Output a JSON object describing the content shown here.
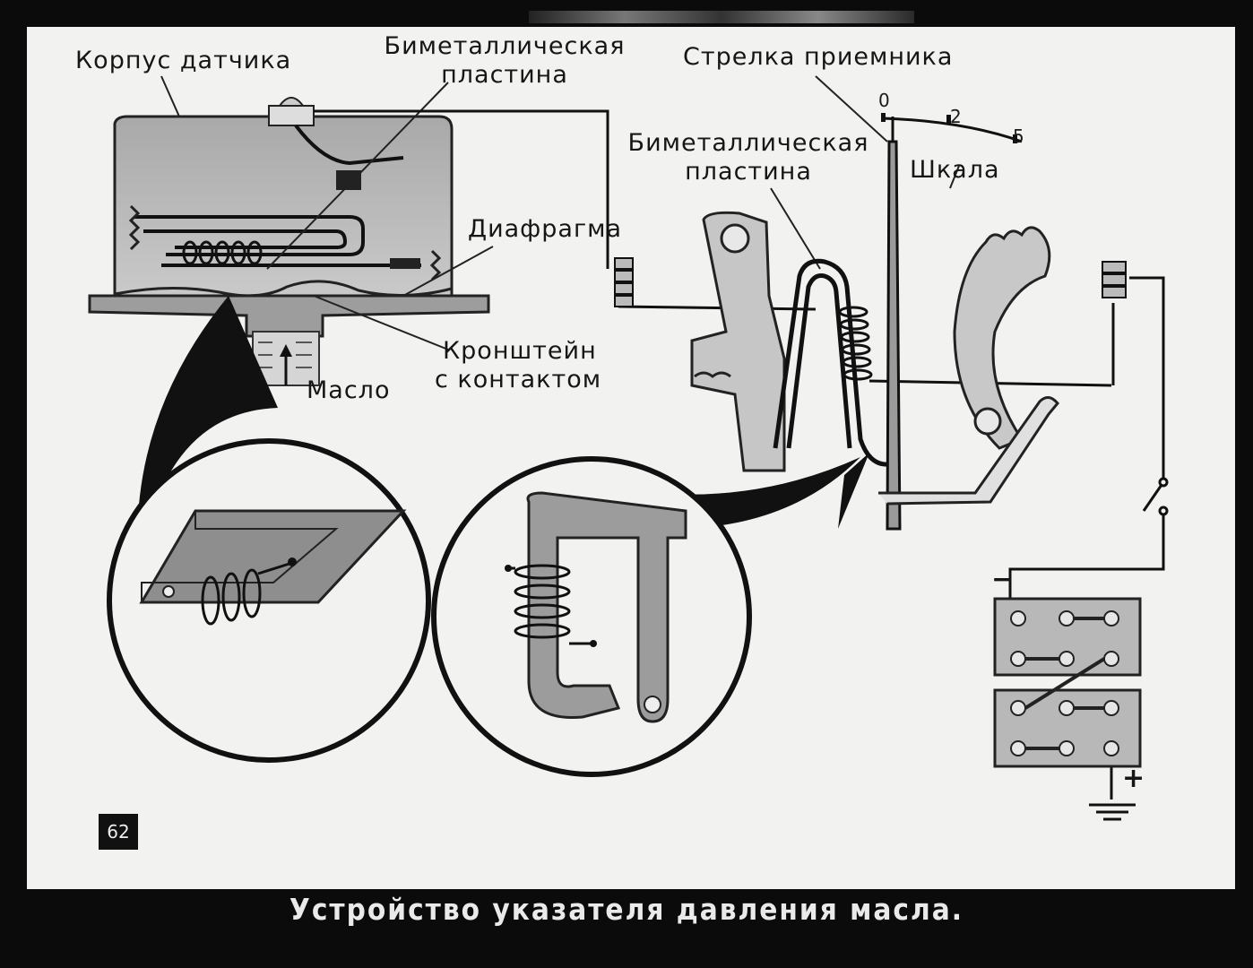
{
  "labels": {
    "sensor_housing": "Корпус датчика",
    "bimetal_plate_sensor_1": "Биметаллическая",
    "bimetal_plate_sensor_2": "пластина",
    "receiver_needle": "Стрелка приемника",
    "bimetal_plate_receiver_1": "Биметаллическая",
    "bimetal_plate_receiver_2": "пластина",
    "scale": "Шкала",
    "diaphragm": "Диафрагма",
    "bracket_1": "Кронштейн",
    "bracket_2": "с контактом",
    "oil": "Масло"
  },
  "scale_ticks": [
    "0",
    "2",
    "5"
  ],
  "polarity": {
    "minus": "−",
    "plus": "+"
  },
  "page_number": "62",
  "caption": "Устройство указателя давления масла."
}
